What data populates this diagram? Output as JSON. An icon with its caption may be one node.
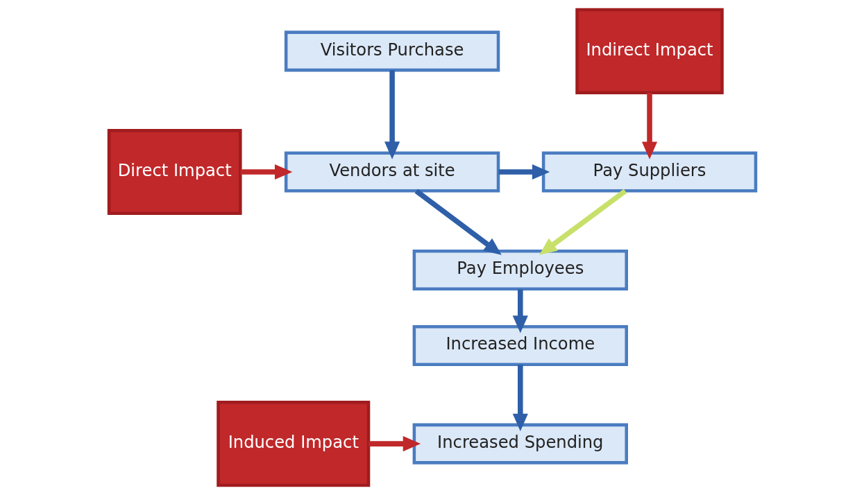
{
  "diagram": {
    "nodes": [
      {
        "text": [
          "Visitors Purchase"
        ]
      },
      {
        "text": [
          "Direct Impact"
        ]
      },
      {
        "text": [
          "Vendors at site"
        ]
      },
      {
        "text": [
          "Indirect Impact"
        ]
      },
      {
        "text": [
          "Pay Suppliers"
        ]
      },
      {
        "text": [
          "Pay Employees"
        ]
      },
      {
        "text": [
          "Increased Income"
        ]
      },
      {
        "text": [
          "Induced Impact"
        ]
      },
      {
        "text": [
          "Increased Spending"
        ]
      }
    ],
    "edges": [
      {
        "from": 0,
        "to": 2,
        "arrow": "to"
      },
      {
        "from": 1,
        "to": 2,
        "arrow": "to",
        "color": "#c0282a"
      },
      {
        "from": 2,
        "to": 4,
        "arrow": "to"
      },
      {
        "from": 3,
        "to": 4,
        "arrow": "to",
        "color": "#c0282a"
      },
      {
        "from": 4,
        "to": 5,
        "arrow": "to",
        "color": "#c8e06a"
      },
      {
        "from": 2,
        "to": 5,
        "arrow": "to"
      },
      {
        "from": 5,
        "to": 6,
        "arrow": "to"
      },
      {
        "from": 6,
        "to": 8,
        "arrow": "to"
      },
      {
        "from": 7,
        "to": 8,
        "arrow": "to",
        "color": "#c0282a"
      }
    ]
  }
}
